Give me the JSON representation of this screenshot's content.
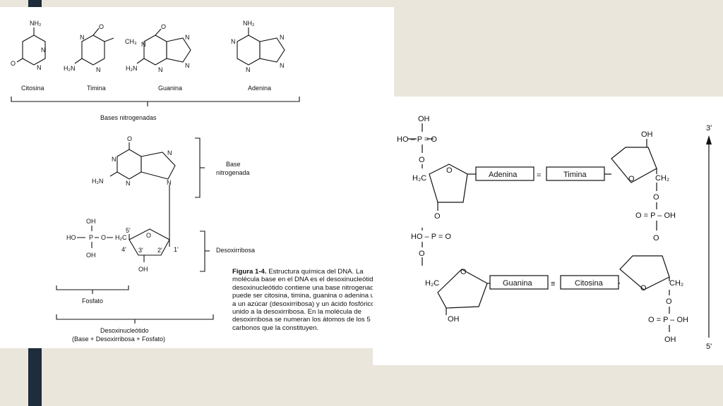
{
  "colors": {
    "background": "#ebe6dc",
    "accent_bar": "#1e2c3c",
    "panel": "#ffffff",
    "ink": "#111111"
  },
  "left_figure": {
    "bases": {
      "citosina": "Citosina",
      "timina": "Timina",
      "guanina": "Guanina",
      "adenina": "Adenina"
    },
    "bases_group_label": "Bases nitrogenadas",
    "base_label_line1": "Base",
    "base_label_line2": "nitrogenada",
    "sugar_label": "Desoxirribosa",
    "phosphate_label": "Fosfato",
    "nucleotide_label": "Desoxinucleótido",
    "nucleotide_formula": "(Base + Desoxirribosa + Fosfato)",
    "caption_title": "Figura 1-4.",
    "caption_body": "Estructura química del DNA. La molécula base en el DNA es el desoxinucleótido. Un desoxinucleótido contiene una base nitrogenada que puede ser citosina, timina, guanina o adenina unida a un azúcar (desoxirribosa) y un ácido fosfórico unido a la desoxirribosa. En la molécula de desoxirribosa se numeran los átomos de los 5 carbonos que la constituyen.",
    "atoms": {
      "nh2": "NH₂",
      "h2n": "H₂N",
      "n": "N",
      "o": "O",
      "ch3": "CH₃",
      "oh": "OH",
      "ho": "HO",
      "p": "P",
      "h2c": "H₂C",
      "c5": "5'",
      "c4": "4'",
      "c3": "3'",
      "c2": "2'",
      "c1": "1'"
    }
  },
  "right_figure": {
    "pair1_left": "Adenina",
    "pair1_right": "Timina",
    "pair1_bond": "=",
    "pair2_left": "Guanina",
    "pair2_right": "Citosina",
    "pair2_bond": "≡",
    "end_top": "3'",
    "end_bottom": "5'",
    "atoms": {
      "oh": "OH",
      "ho_p": "HO – P = O",
      "o_p_oh": "O = P – OH",
      "o": "O",
      "h2c": "H₂C",
      "ch2": "CH₂"
    }
  }
}
